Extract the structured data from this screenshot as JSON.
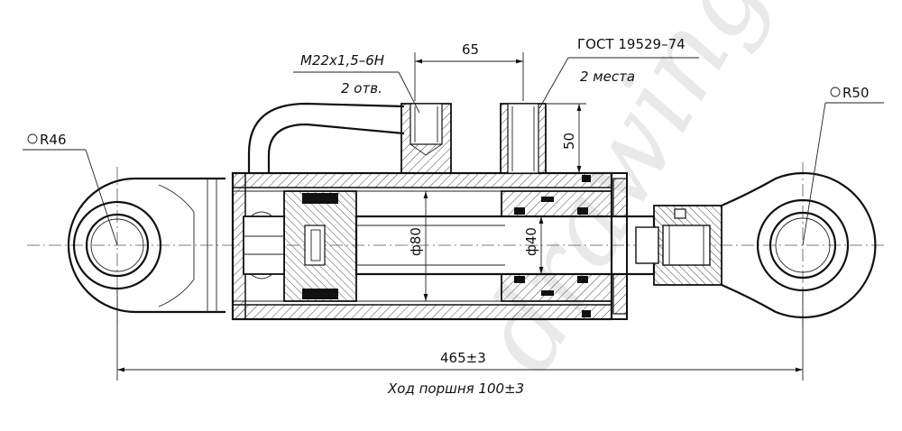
{
  "labels": {
    "radius_left": "R46",
    "radius_right": "R50",
    "thread": "M22x1,5–6H",
    "holes": "2 отв.",
    "port_spacing": "65",
    "standard": "ГОСТ 19529–74",
    "places": "2 места",
    "port_height": "50",
    "bore_dia": "ф80",
    "rod_dia": "ф40",
    "overall_length": "465±3",
    "stroke": "Ход поршня 100±3"
  },
  "watermark": "drawing"
}
